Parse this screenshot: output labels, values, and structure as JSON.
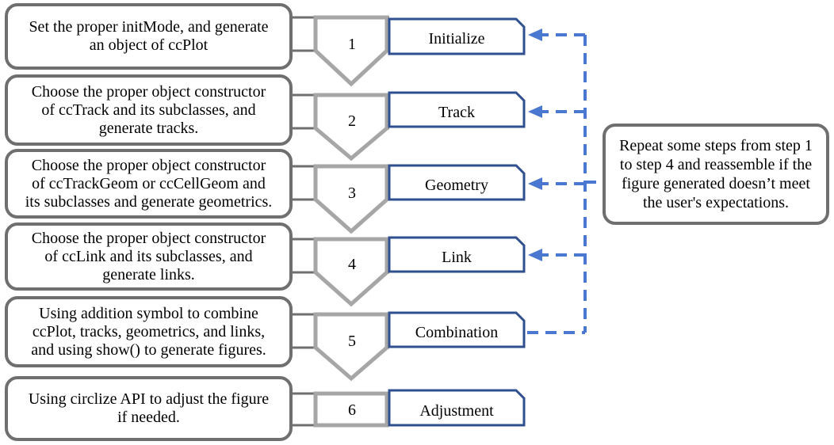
{
  "steps": [
    {
      "num": "1",
      "label": "Initialize",
      "desc": "Set the proper initMode, and generate\nan object of ccPlot"
    },
    {
      "num": "2",
      "label": "Track",
      "desc": "Choose the proper object constructor\nof ccTrack and its subclasses, and\ngenerate tracks."
    },
    {
      "num": "3",
      "label": "Geometry",
      "desc": "Choose the proper object constructor\nof ccTrackGeom or ccCellGeom and\nits subclasses and generate geometrics."
    },
    {
      "num": "4",
      "label": "Link",
      "desc": "Choose the proper object constructor\nof ccLink and its subclasses, and\ngenerate links."
    },
    {
      "num": "5",
      "label": "Combination",
      "desc": "Using addition symbol to combine\nccPlot, tracks, geometrics, and links,\nand using show() to generate figures."
    },
    {
      "num": "6",
      "label": "Adjustment",
      "desc": "Using circlize API to adjust the figure\nif needed."
    }
  ],
  "note": "Repeat some steps from step 1 to step 4 and reassemble if the figure generated doesn’t meet the user's expectations.",
  "colors": {
    "box_border": "#6f6f6f",
    "arrow_fill": "#a6a6a6",
    "label_border": "#2f4f8f",
    "dashed": "#4a78d0"
  }
}
